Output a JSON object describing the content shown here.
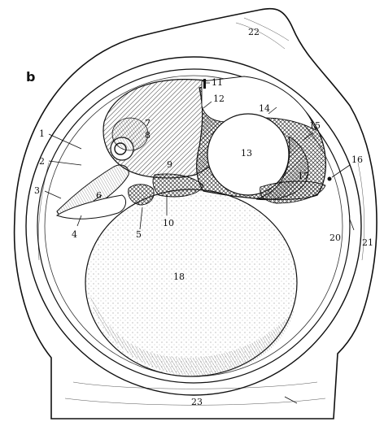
{
  "figure": {
    "panel_letter": "b",
    "labels": {
      "l1": "1",
      "l2": "2",
      "l3": "3",
      "l4": "4",
      "l5": "5",
      "l6": "6",
      "l7": "7",
      "l8": "8",
      "l9": "9",
      "l10": "10",
      "l11": "11",
      "l12": "12",
      "l13": "13",
      "l14": "14",
      "l15": "15",
      "l16": "16",
      "l17": "17",
      "l18": "18",
      "l20": "20",
      "l21": "21",
      "l22": "22",
      "l23": "23"
    }
  }
}
